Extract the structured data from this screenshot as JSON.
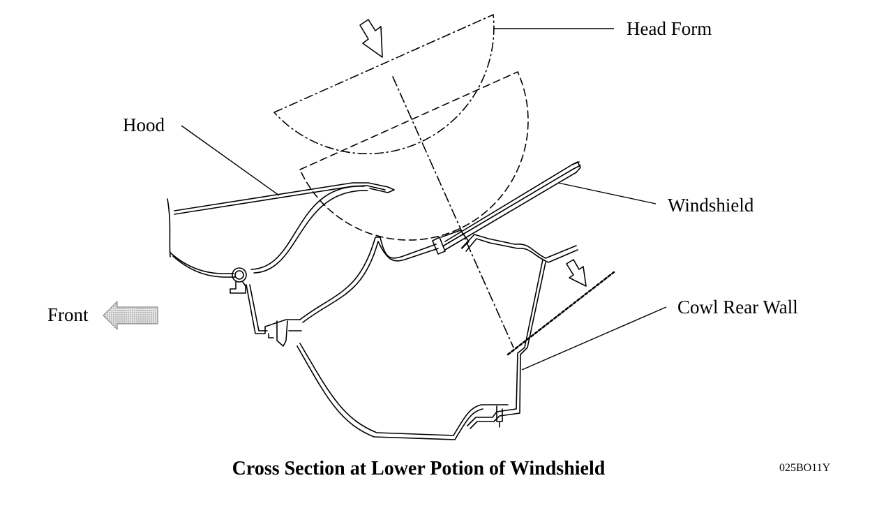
{
  "labels": {
    "head_form": "Head Form",
    "hood": "Hood",
    "windshield": "Windshield",
    "cowl_rear_wall": "Cowl Rear Wall",
    "front": "Front"
  },
  "caption": "Cross Section at Lower Potion of Windshield",
  "figure_id": "025BO11Y",
  "colors": {
    "line": "#000000",
    "front_arrow_fill": "#cfcfcf",
    "background": "#ffffff"
  },
  "icons": {
    "impact_arrow": "down-right-arrow-icon",
    "front_direction": "left-arrow-icon"
  }
}
